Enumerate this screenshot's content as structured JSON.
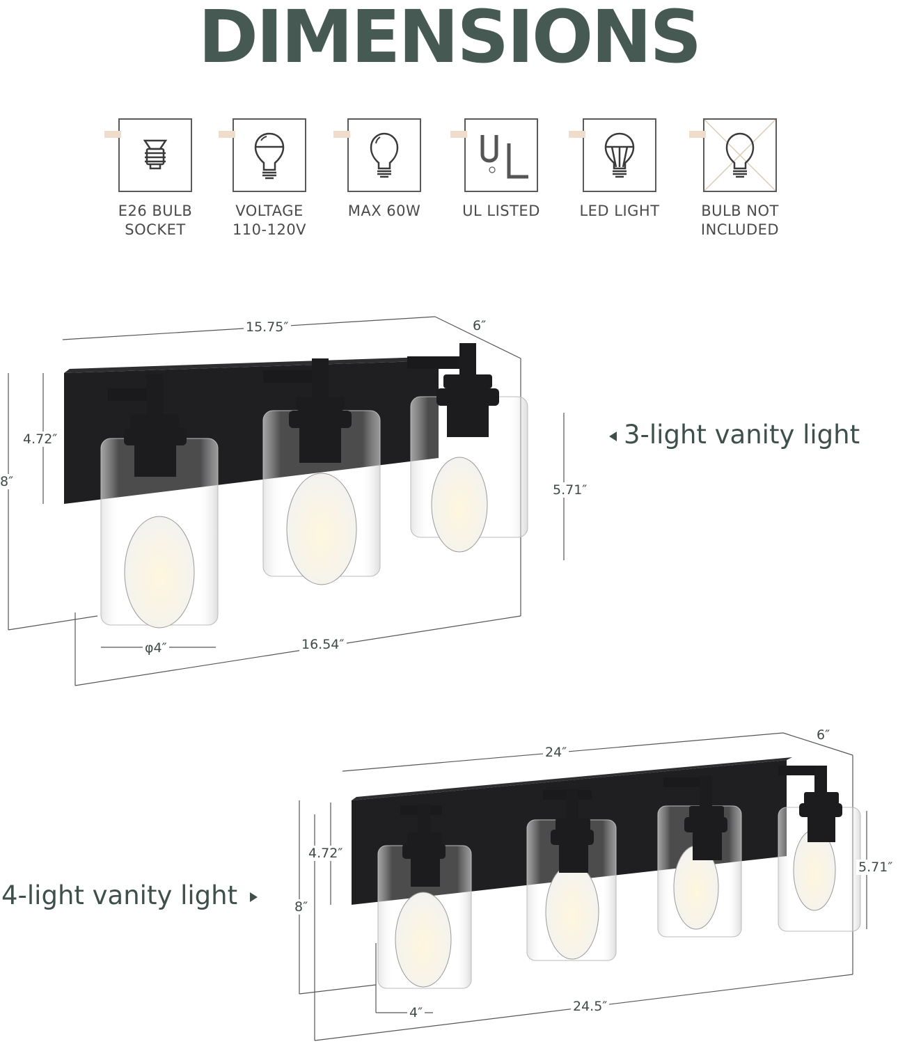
{
  "header": {
    "title": "DIMENSIONS",
    "title_color": "#465a53"
  },
  "features": [
    {
      "icon": "bulb-socket-icon",
      "label_line1": "E26 BULB",
      "label_line2": "SOCKET"
    },
    {
      "icon": "half-bulb-icon",
      "label_line1": "VOLTAGE",
      "label_line2": "110-120V"
    },
    {
      "icon": "bulb-icon",
      "label_line1": "MAX 60W",
      "label_line2": ""
    },
    {
      "icon": "ul-logo-icon",
      "label_line1": "UL LISTED",
      "label_line2": ""
    },
    {
      "icon": "led-bulb-icon",
      "label_line1": "LED LIGHT",
      "label_line2": ""
    },
    {
      "icon": "bulb-crossed-icon",
      "label_line1": "BULB NOT",
      "label_line2": "INCLUDED"
    }
  ],
  "three_light": {
    "caption": "3-light vanity light",
    "width_top": "15.75″",
    "depth": "6″",
    "backplate_height": "4.72″",
    "total_height": "8″",
    "shade_height": "5.71″",
    "shade_diameter": "φ4″",
    "width_bottom": "16.54″"
  },
  "four_light": {
    "caption": "4-light vanity light",
    "width_top": "24″",
    "depth": "6″",
    "backplate_height": "4.72″",
    "total_height": "8″",
    "shade_height": "5.71″",
    "shade_diameter": "4″",
    "width_bottom": "24.5″"
  },
  "colors": {
    "accent": "#465a53",
    "icon_tab": "#efdccb",
    "fixture_black": "#1c1c1e",
    "dimension_line": "#555555"
  }
}
